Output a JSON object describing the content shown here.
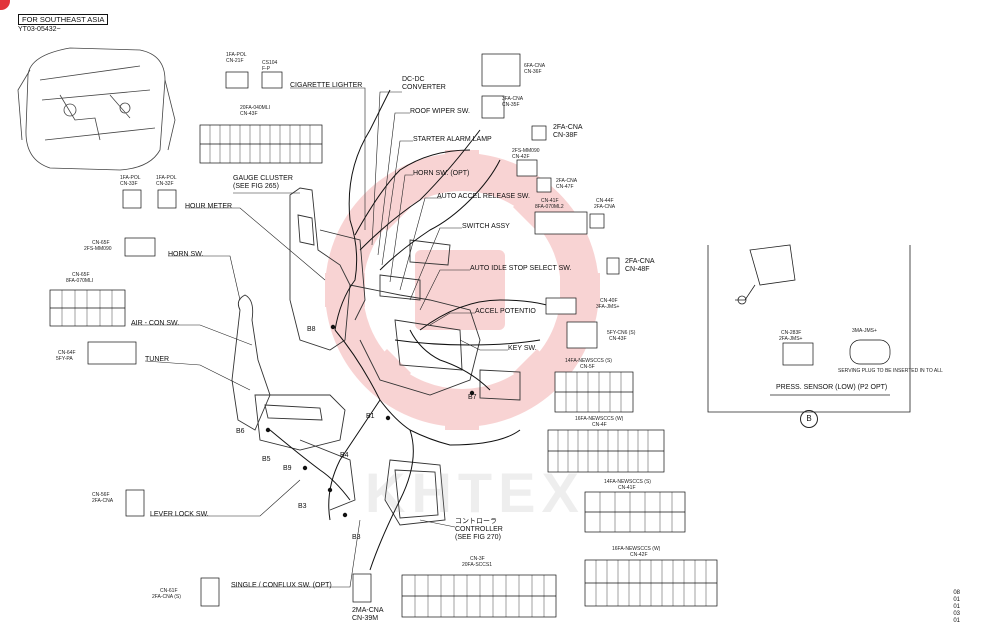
{
  "header": {
    "region": "FOR SOUTHEAST ASIA",
    "code": "YT03-05432~"
  },
  "callouts": {
    "cigarette_lighter": "CIGARETTE LIGHTER",
    "dc_dc_converter_1": "DC-DC",
    "dc_dc_converter_2": "CONVERTER",
    "roof_wiper_sw": "ROOF WIPER SW.",
    "starter_alarm_lamp": "STARTER ALARM LAMP",
    "horn_sw_opt": "HORN SW. (OPT)",
    "gauge_cluster_1": "GAUGE CLUSTER",
    "gauge_cluster_2": "(SEE FIG 265)",
    "hour_meter": "HOUR METER",
    "auto_accel_release_sw": "AUTO ACCEL RELEASE SW.",
    "switch_assy": "SWITCH ASSY",
    "horn_sw": "HORN SW.",
    "auto_idle_stop_sw": "AUTO IDLE STOP SELECT SW.",
    "accel_potentio": "ACCEL POTENTIO",
    "air_con_sw": "AIR - CON SW.",
    "key_sw": "KEY SW.",
    "tuner": "TUNER",
    "lever_lock_sw": "LEVER LOCK SW.",
    "controller_jp": "コントローラ",
    "controller_1": "CONTROLLER",
    "controller_2": "(SEE FIG 270)",
    "single_conflux_sw": "SINGLE / CONFLUX SW. (OPT)",
    "press_sensor": "PRESS. SENSOR (LOW) (P2 OPT)"
  },
  "connectors": {
    "c_2fa_cna_38f_a": "2FA-CNA",
    "c_2fa_cna_38f_b": "CN-38F",
    "c_2fa_cna_47f_a": "2FA-CNA",
    "c_2fa_cna_47f_b": "CN-47F",
    "c_2fa_cna_48f_a": "2FA-CNA",
    "c_2fa_cna_48f_b": "CN-48F",
    "c_2ma_cna_39m_a": "2MA-CNA",
    "c_2ma_cna_39m_b": "CN-39M",
    "c_6fa_cna_36f_a": "6FA-CNA",
    "c_6fa_cna_36f_b": "CN-36F",
    "c_3fa_cna_35f_a": "3FA-CNA",
    "c_3fa_cna_35f_b": "CN-35F",
    "c_2fs_mm090_42f_a": "2FS-MM090",
    "c_2fs_mm090_42f_b": "CN-42F",
    "c_1fa_pol_21f_a": "1FA-POL",
    "c_1fa_pol_21f_b": "CN-21F",
    "c_cs104_a": "CS104",
    "c_cs104_b": "F-P",
    "c_20fa_040mli_a": "20FA-040MLI",
    "c_20fa_040mli_b": "CN-43F",
    "c_1fa_pol_33f_a": "1FA-POL",
    "c_1fa_pol_33f_b": "CN-33F",
    "c_1fa_pol_32f_a": "1FA-POL",
    "c_1fa_pol_32f_b": "CN-32F",
    "c_cn_65f_a": "CN-65F",
    "c_cn_65f_b": "2FS-MM090",
    "c_cn_65f_8fa_a": "CN-65F",
    "c_cn_65f_8fa_b": "8FA-070MLI",
    "c_cn_64f_a": "CN-64F",
    "c_cn_64f_b": "5FY-PA",
    "c_cn_41f_a": "CN-41F",
    "c_cn_41f_b": "8FA-070ML2",
    "c_cn_44f_a": "CN-44F",
    "c_cn_44f_b": "2FA-CNA",
    "c_cn_40f_a": "CN-40F",
    "c_cn_40f_b": "3FA-JMS+",
    "c_5fy_cn6_a": "5FY-CN6 (S)",
    "c_5fy_cn6_b": "CN-43F",
    "c_14fa_5f_a": "14FA-NEWSCCS (S)",
    "c_14fa_5f_b": "CN-5F",
    "c_16fa_4f_a": "16FA-NEWSCCS (W)",
    "c_16fa_4f_b": "CN-4F",
    "c_14fa_41f_a": "14FA-NEWSCCS (S)",
    "c_14fa_41f_b": "CN-41F",
    "c_16fa_42f_a": "16FA-NEWSCCS (W)",
    "c_16fa_42f_b": "CN-42F",
    "c_cn_3f_a": "CN-3F",
    "c_cn_3f_b": "20FA-SCCS1",
    "c_cn_56f_a": "CN-56F",
    "c_cn_56f_b": "2FA-CNA",
    "c_cn_61f_a": "CN-61F",
    "c_cn_61f_b": "2FA-CNA (S)",
    "c_cn_283f_a": "CN-283F",
    "c_cn_283f_b": "2FA-JMS+",
    "c_3ma_jms_a": "3MA-JMS+",
    "c_3ma_jms_note": "SERVING PLUG TO BE INSERTED IN TO ALL"
  },
  "harness_points": [
    "B1",
    "B3",
    "B4",
    "B5",
    "B6",
    "B7",
    "B8",
    "B9"
  ],
  "detail_marker": "B",
  "watermark": "KHTEX",
  "revision": [
    "08",
    "01",
    "01",
    "03",
    "01"
  ]
}
